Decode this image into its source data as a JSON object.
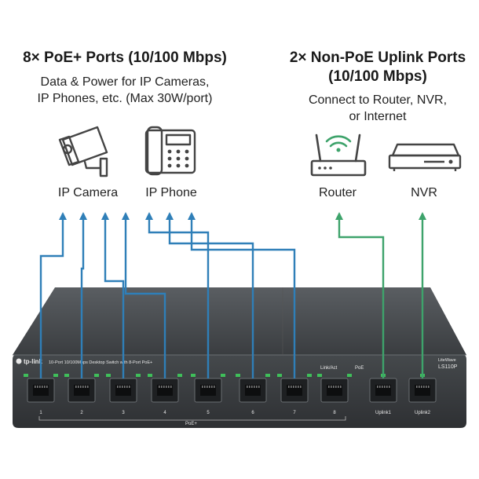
{
  "left": {
    "title": "8× PoE+ Ports (10/100 Mbps)",
    "desc_line1": "Data & Power for IP Cameras,",
    "desc_line2": "IP Phones, etc. (Max 30W/port)",
    "device1": "IP Camera",
    "device2": "IP Phone"
  },
  "right": {
    "title_line1": "2× Non-PoE Uplink Ports",
    "title_line2": "(10/100 Mbps)",
    "desc_line1": "Connect to Router, NVR,",
    "desc_line2": "or Internet",
    "device1": "Router",
    "device2": "NVR"
  },
  "switch": {
    "brand": "tp-link",
    "description": "10-Port 10/100Mbps Desktop Switch with 8-Port PoE+",
    "model_series": "LiteWave",
    "model": "LS110P",
    "led_linkact": "Link/Act",
    "led_poe": "PoE",
    "poe_group_label": "PoE+",
    "ports": [
      "1",
      "2",
      "3",
      "4",
      "5",
      "6",
      "7",
      "8",
      "Uplink1",
      "Uplink2"
    ]
  },
  "colors": {
    "poe_line": "#2f7fb8",
    "uplink_line": "#3ea36b",
    "switch_body": "#3d4043",
    "port_led": "#3fbf5a"
  },
  "icons": [
    "ip-camera-icon",
    "ip-phone-icon",
    "router-icon",
    "nvr-icon"
  ]
}
